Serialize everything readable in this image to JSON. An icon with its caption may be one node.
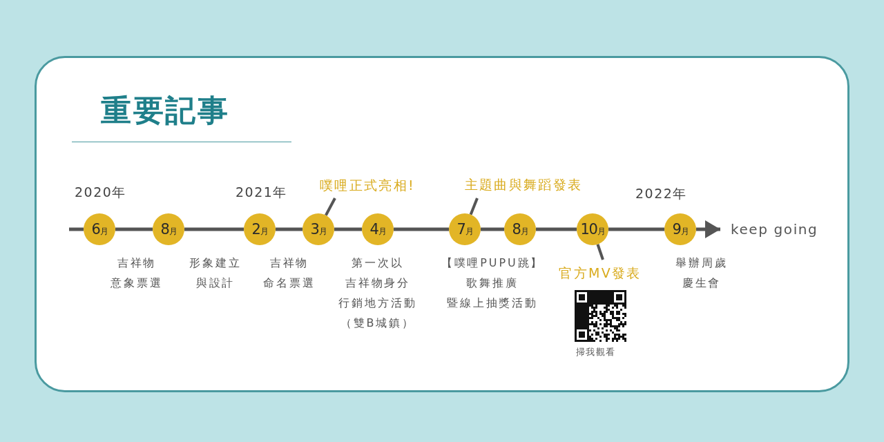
{
  "diagram": {
    "title": "重要記事",
    "nodes": [
      {
        "text": [
          "6月"
        ],
        "beside": [
          "吉祥物意象票選"
        ]
      },
      {
        "text": [
          "8月"
        ],
        "beside": [
          "形象建立與設計"
        ]
      },
      {
        "text": [
          "2月"
        ],
        "beside": [
          "吉祥物命名票選"
        ]
      },
      {
        "text": [
          "3月"
        ]
      },
      {
        "text": [
          "4月"
        ],
        "beside": [
          "第一次以吉祥物身分行銷地方活動（雙B城鎮）"
        ]
      },
      {
        "text": [
          "7月"
        ],
        "beside": [
          "【噗哩PUPU跳】歌舞推廣暨線上抽獎活動"
        ]
      },
      {
        "text": [
          "8月"
        ]
      },
      {
        "text": [
          "10月"
        ]
      },
      {
        "text": [
          "9月"
        ],
        "beside": [
          "舉辦周歲慶生會"
        ]
      },
      {
        "text": [
          "keep going"
        ]
      },
      {
        "text": [
          "噗哩正式亮相!"
        ]
      },
      {
        "text": [
          "主題曲與舞蹈發表"
        ]
      },
      {
        "text": [
          "官方MV發表"
        ]
      }
    ],
    "edges": [
      {
        "from": null,
        "to": 0,
        "arrow": "none"
      },
      {
        "from": 0,
        "to": 1,
        "arrow": "none"
      },
      {
        "from": 1,
        "to": 2,
        "arrow": "none"
      },
      {
        "from": 2,
        "to": 3,
        "arrow": "none"
      },
      {
        "from": 3,
        "to": 4,
        "arrow": "none"
      },
      {
        "from": 4,
        "to": 5,
        "arrow": "none"
      },
      {
        "from": 5,
        "to": 6,
        "arrow": "none"
      },
      {
        "from": 6,
        "to": 7,
        "arrow": "none"
      },
      {
        "from": 7,
        "to": 8,
        "arrow": "none"
      },
      {
        "from": 8,
        "to": 9,
        "arrow": "to"
      },
      {
        "from": 10,
        "to": 3,
        "arrow": "none"
      },
      {
        "from": 11,
        "to": 5,
        "arrow": "none"
      },
      {
        "from": 12,
        "to": 7,
        "arrow": "none"
      }
    ],
    "labels": [
      "2020年",
      "2021年",
      "2022年",
      "掃我觀看"
    ]
  }
}
